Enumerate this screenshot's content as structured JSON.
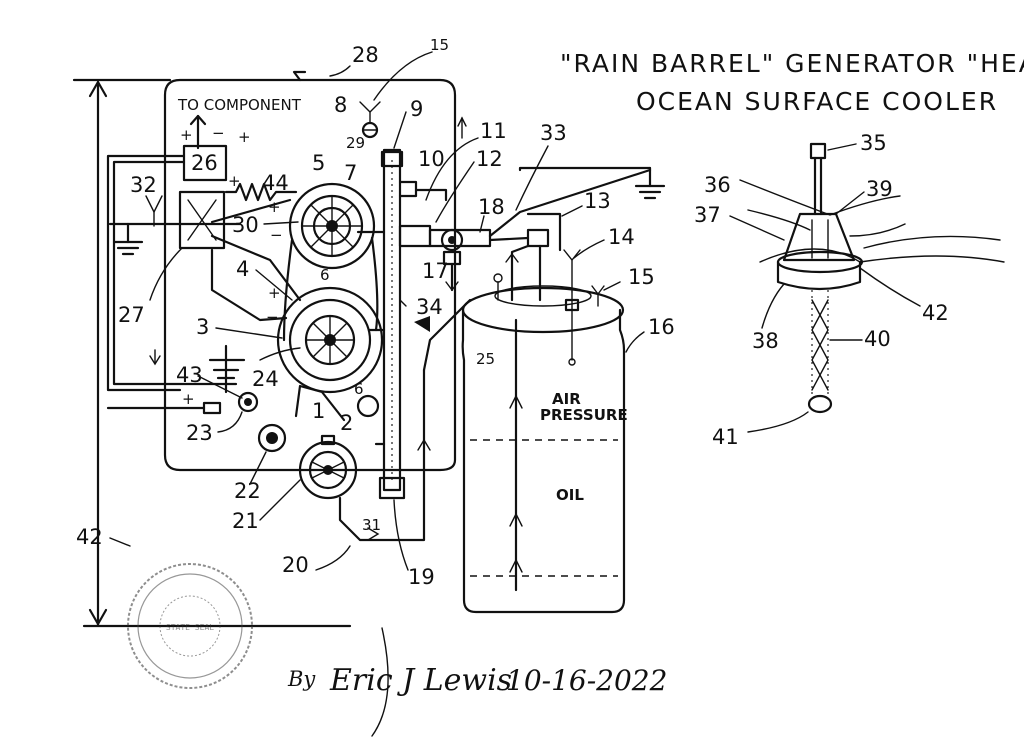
{
  "title": {
    "line1": "\"RAIN BARREL\" GENERATOR \"HEAD\"",
    "line2": "OCEAN SURFACE COOLER"
  },
  "labels": {
    "to_component": "TO COMPONENT",
    "air_pressure_1": "AIR",
    "air_pressure_2": "PRESSURE",
    "oil": "OIL"
  },
  "numbers": {
    "n1": "1",
    "n2": "2",
    "n3": "3",
    "n4": "4",
    "n5": "5",
    "n6a": "6",
    "n6b": "6",
    "n7": "7",
    "n8": "8",
    "n9": "9",
    "n10": "10",
    "n11": "11",
    "n12": "12",
    "n13": "13",
    "n14": "14",
    "n15a": "15",
    "n15b": "15",
    "n16": "16",
    "n17": "17",
    "n18": "18",
    "n19": "19",
    "n20": "20",
    "n21": "21",
    "n22": "22",
    "n23": "23",
    "n24": "24",
    "n25": "25",
    "n26": "26",
    "n27": "27",
    "n28": "28",
    "n29": "29",
    "n30": "30",
    "n31": "31",
    "n32": "32",
    "n33": "33",
    "n34": "34",
    "n35": "35",
    "n36": "36",
    "n37": "37",
    "n38": "38",
    "n39": "39",
    "n40": "40",
    "n41": "41",
    "n42a": "42",
    "n42b": "42",
    "n43": "43",
    "n44": "44"
  },
  "signature": {
    "by": "By",
    "name": "Eric J Lewis",
    "date": "10-16-2022"
  },
  "stamp": {
    "icon": "notary-seal-icon",
    "text": "STATE SEAL"
  },
  "colors": {
    "ink": "#111111",
    "paper": "#ffffff"
  }
}
